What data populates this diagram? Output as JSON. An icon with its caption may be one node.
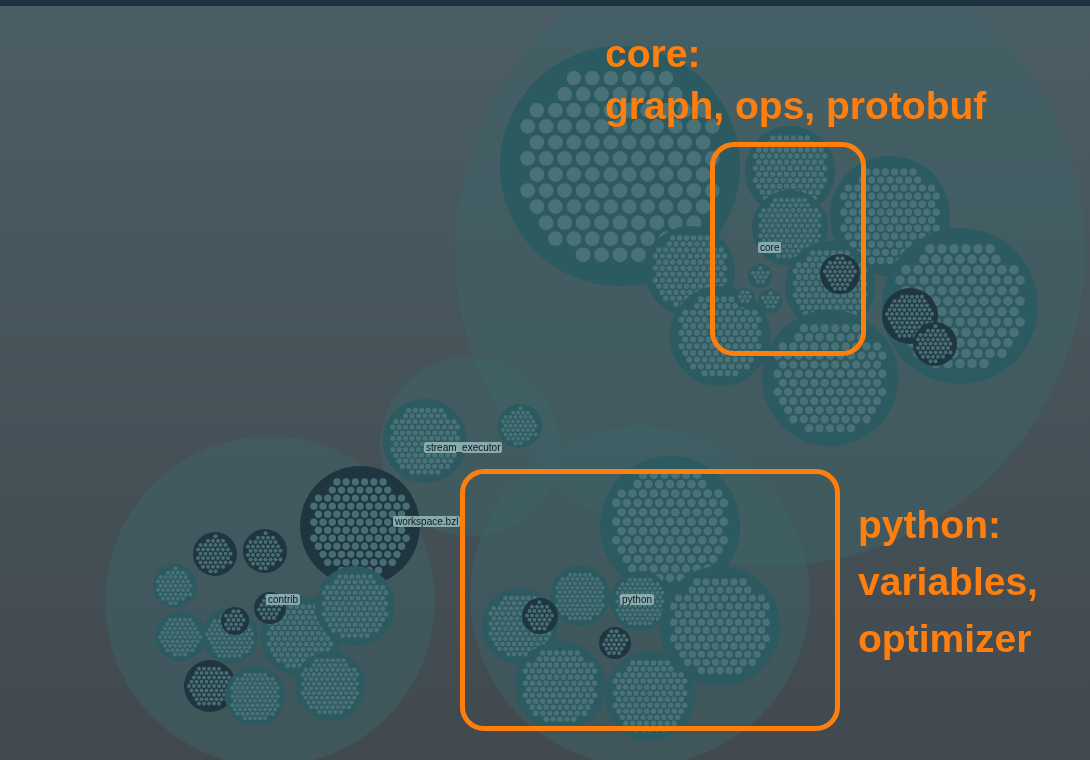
{
  "diagram": {
    "nodes": [
      {
        "text": [
          "core:",
          "graph, ops, protobuf"
        ]
      },
      {
        "text": [
          "python:",
          "variables, optimizer"
        ]
      }
    ],
    "labels": [
      "core",
      "stream_executor",
      "workspace.bzl",
      "contrib",
      "python"
    ]
  }
}
